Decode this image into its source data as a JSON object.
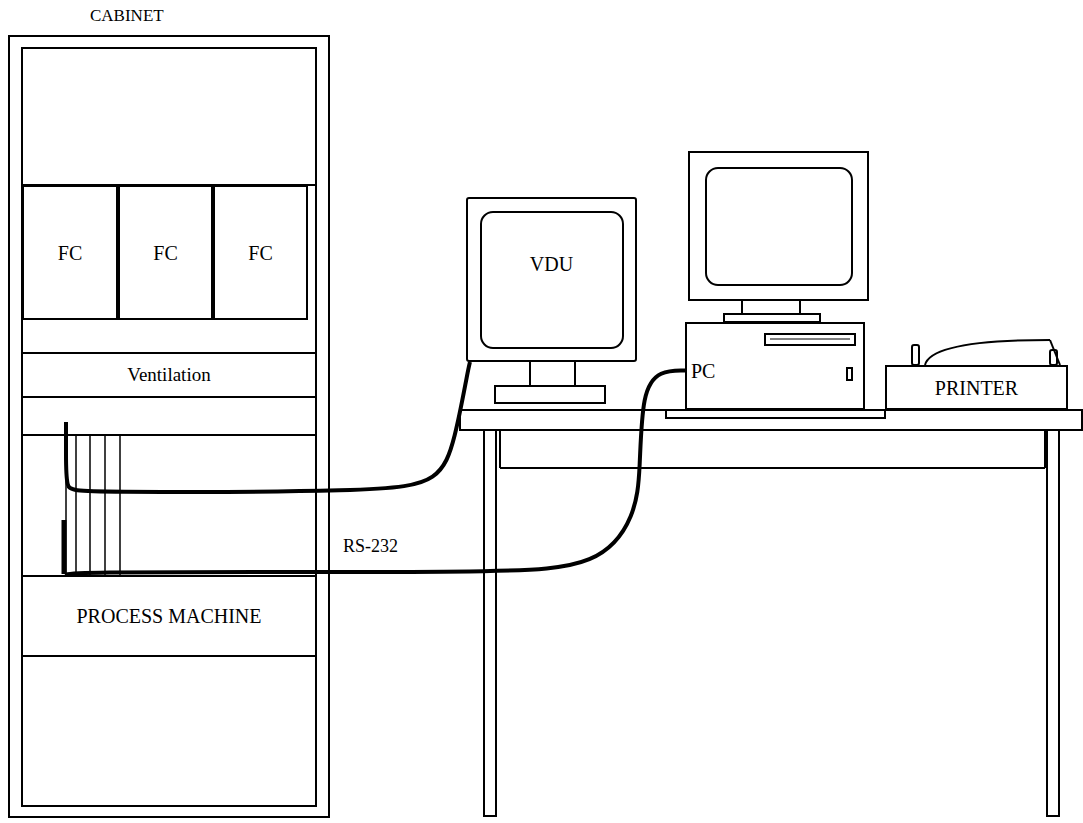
{
  "diagram": {
    "nodes": [
      {
        "text": [
          "CABINET"
        ]
      },
      {
        "text": [
          "FC"
        ],
        "in": 0
      },
      {
        "text": [
          "FC"
        ],
        "in": 0
      },
      {
        "text": [
          "FC"
        ],
        "in": 0
      },
      {
        "text": [
          "Ventilation"
        ],
        "in": 0
      },
      {
        "text": [
          "PROCESS MACHINE"
        ],
        "in": 0
      },
      {
        "text": [
          "VDU"
        ]
      },
      {
        "text": [
          "PC"
        ]
      },
      {
        "text": [
          "PRINTER"
        ]
      }
    ],
    "edges": [
      {
        "from": 0,
        "to": 6,
        "arrow": "none"
      },
      {
        "from": 5,
        "to": 7,
        "label": "RS-232",
        "arrow": "none"
      }
    ]
  }
}
